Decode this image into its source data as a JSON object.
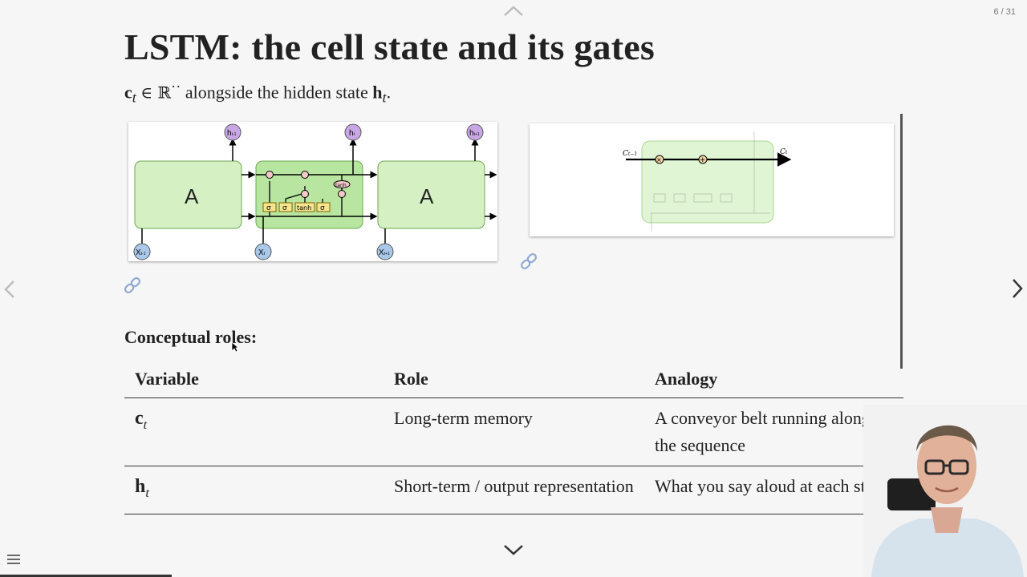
{
  "slide": {
    "counter": "6 / 31",
    "title": "LSTM: the cell state and its gates",
    "subtitle": {
      "c_var": "c",
      "c_sub": "t",
      "member_sym": "∈ ℝ",
      "sup": "··",
      "text": "alongside the hidden state",
      "h_var": "h",
      "h_sub": "t",
      "end": "."
    },
    "section_heading": "Conceptual roles:"
  },
  "figure1": {
    "block_label_left": "A",
    "block_label_right": "A",
    "top_labels": [
      "h",
      "h",
      "h"
    ],
    "top_subs": [
      "t-1",
      "t",
      "t+1"
    ],
    "bottom_labels": [
      "X",
      "X",
      "X"
    ],
    "bottom_subs": [
      "t-1",
      "t",
      "t+1"
    ],
    "gate_labels": [
      "σ",
      "σ",
      "tanh",
      "σ"
    ],
    "tanh_label": "tanh",
    "times": "×",
    "plus": "+"
  },
  "figure2": {
    "c_in": "C",
    "c_in_sub": "t−1",
    "c_out": "C",
    "c_out_sub": "t",
    "times": "×",
    "plus": "+"
  },
  "table": {
    "headers": [
      "Variable",
      "Role",
      "Analogy"
    ],
    "rows": [
      {
        "var": "c",
        "sub": "t",
        "role": "Long-term memory",
        "analogy": "A conveyor belt running along the sequence"
      },
      {
        "var": "h",
        "sub": "t",
        "role": "Short-term / output representation",
        "analogy": "What you say aloud at each step"
      }
    ]
  },
  "colors": {
    "cell_green": "#b8e6a0",
    "cell_border": "#6aa84f",
    "gate_yellow": "#f6e58d",
    "h_purple": "#c9a7e6",
    "x_blue": "#a9c8ea"
  }
}
